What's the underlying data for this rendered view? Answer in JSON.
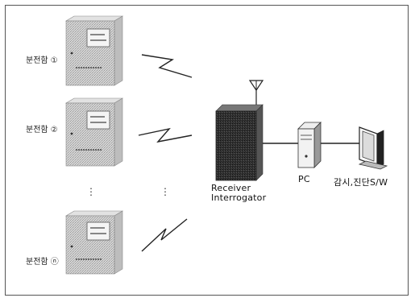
{
  "panels": [
    {
      "label": "분전함 ①"
    },
    {
      "label": "분전함 ②"
    },
    {
      "label": "분전함 ⓝ"
    }
  ],
  "ellipsis": "⋮",
  "receiver": {
    "line1": "Receiver",
    "line2": "Interrogator"
  },
  "pc": {
    "label": "PC"
  },
  "software": {
    "label": "감시,진단S/W"
  }
}
